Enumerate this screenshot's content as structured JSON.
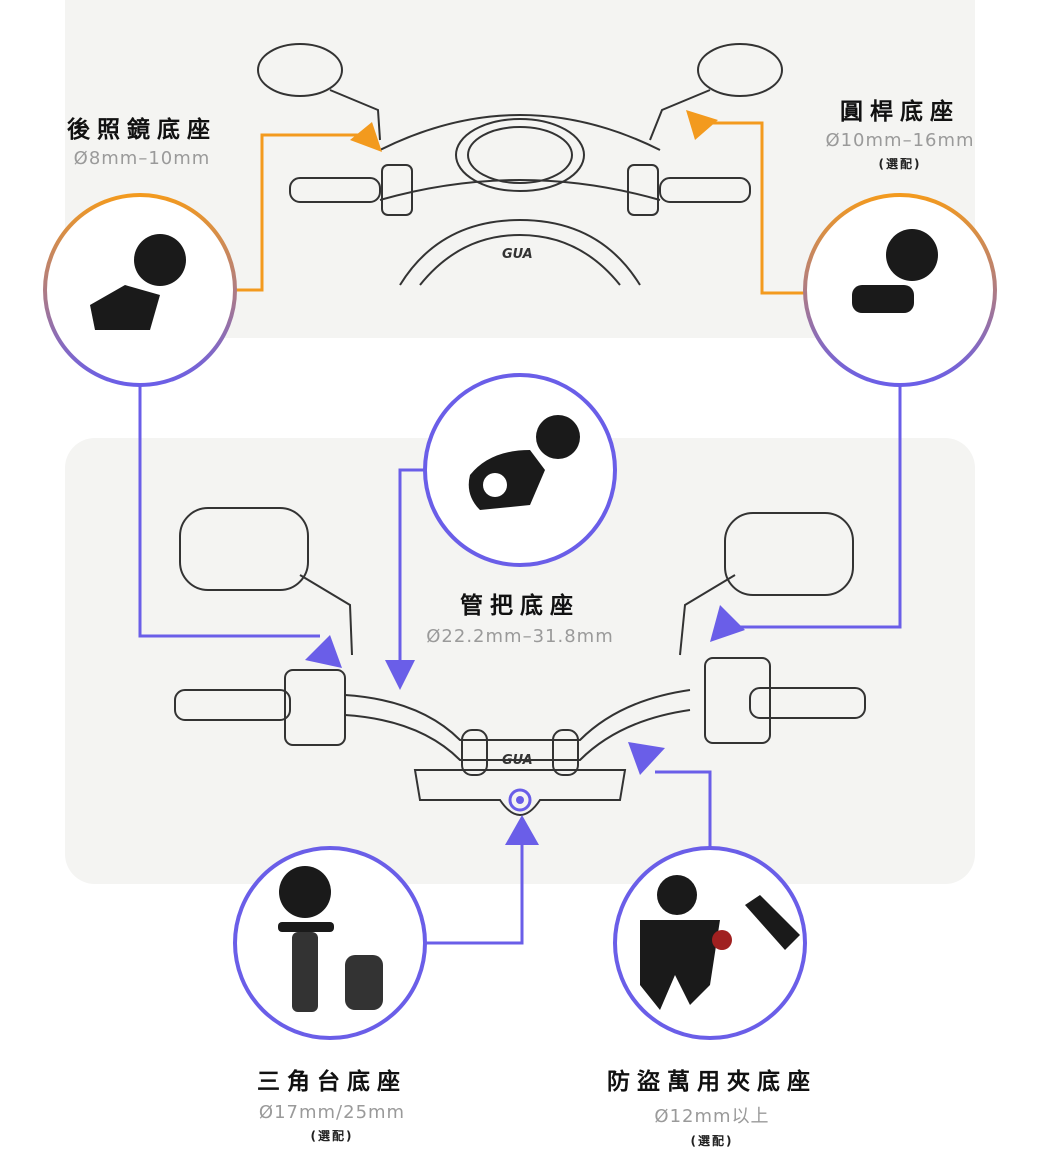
{
  "colors": {
    "orange": "#f39a1e",
    "purple": "#6a5ee8",
    "panel": "#f4f4f2"
  },
  "brand_mark": "GUA",
  "mounts": [
    {
      "title": "後照鏡底座",
      "size": "Ø8mm–10mm"
    },
    {
      "title": "圓桿底座",
      "size": "Ø10mm–16mm",
      "note": "(選配)"
    },
    {
      "title": "管把底座",
      "size": "Ø22.2mm–31.8mm"
    },
    {
      "title": "三角台底座",
      "size": "Ø17mm/25mm",
      "note": "(選配)"
    },
    {
      "title": "防盜萬用夾底座",
      "size": "Ø12mm以上",
      "note": "(選配)"
    }
  ]
}
